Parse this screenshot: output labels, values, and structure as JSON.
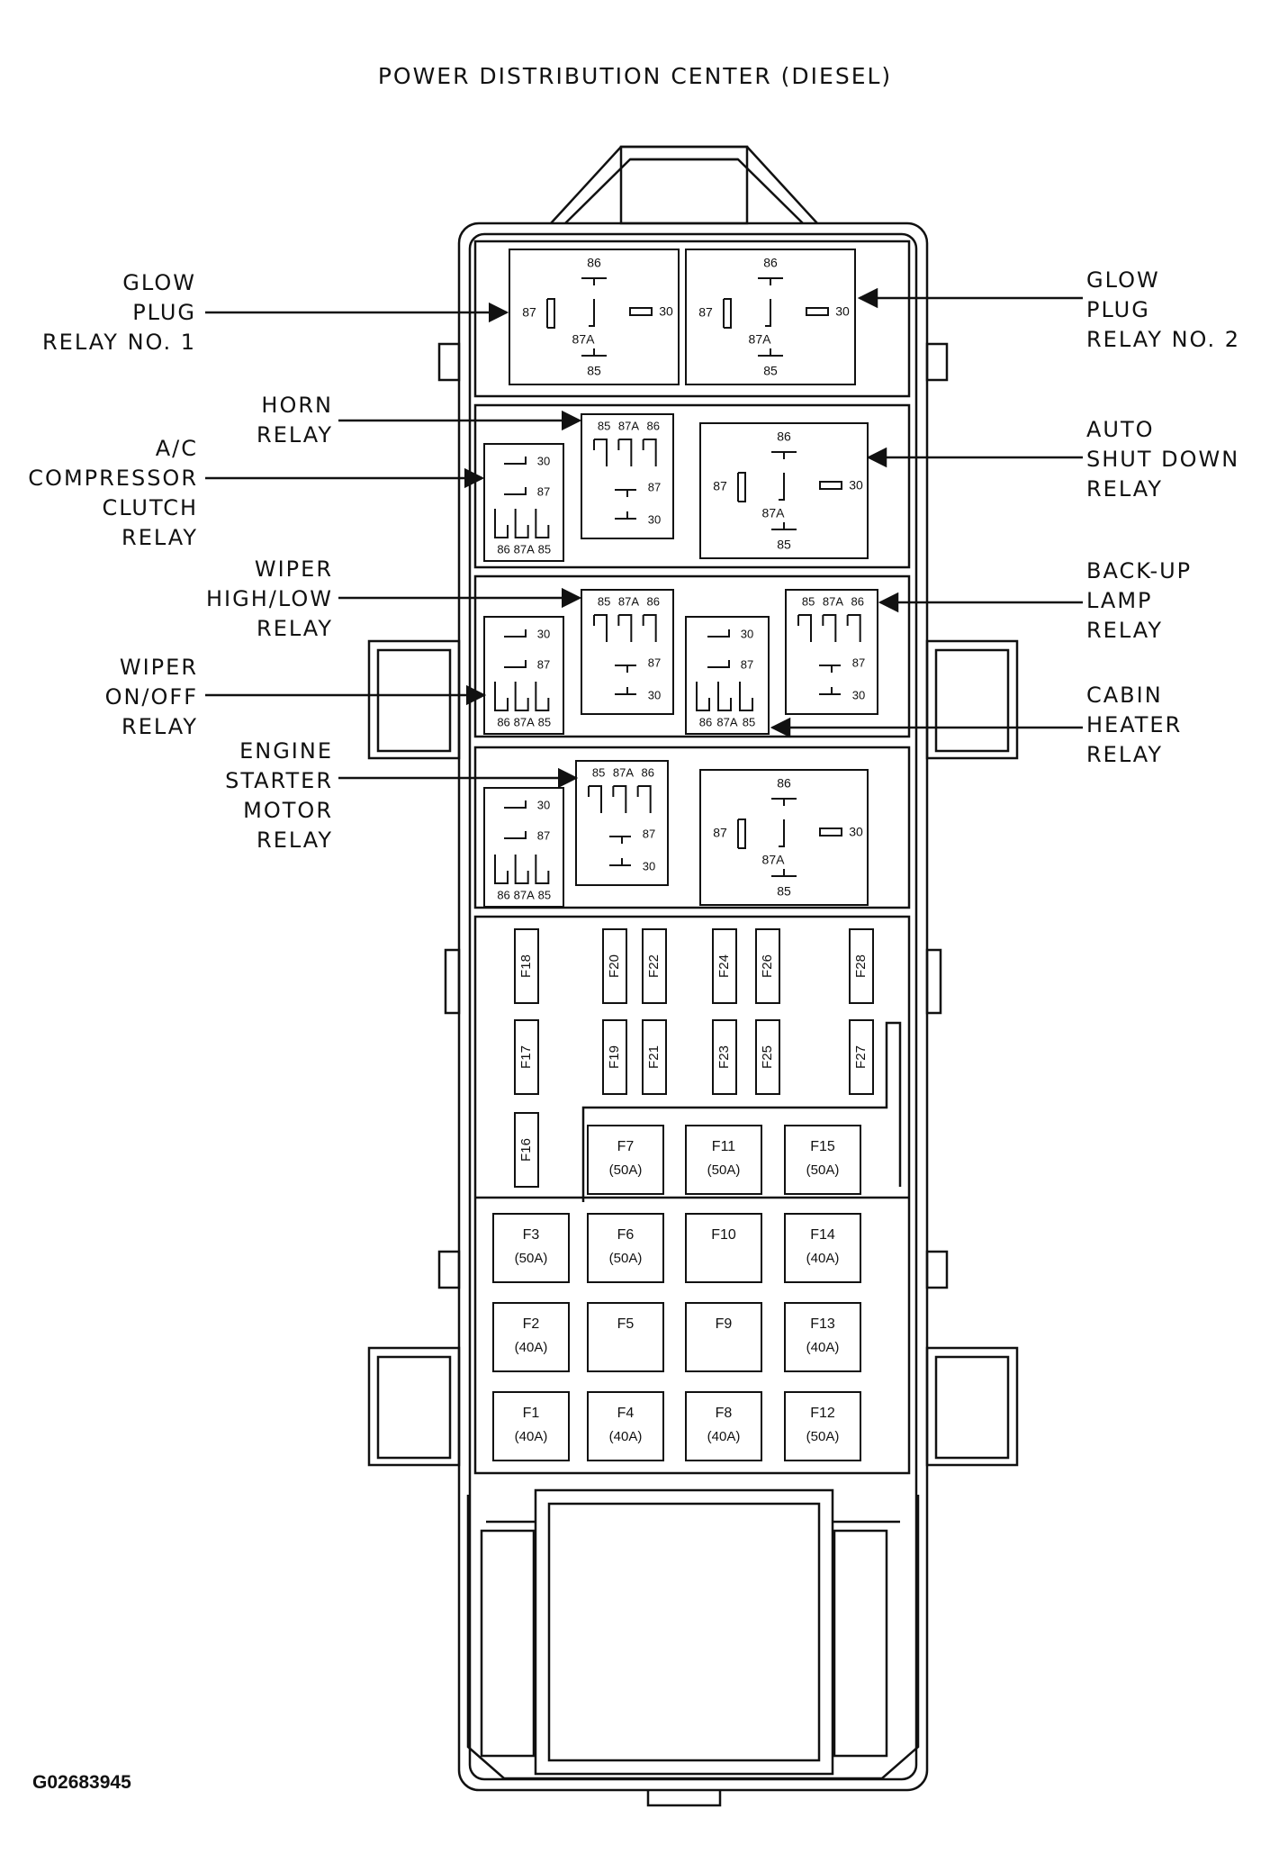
{
  "title": "POWER DISTRIBUTION CENTER (DIESEL)",
  "figure_code": "G02683945",
  "labels": {
    "glow_plug_relay_1": [
      "GLOW",
      "PLUG",
      "RELAY NO. 1"
    ],
    "glow_plug_relay_2": [
      "GLOW",
      "PLUG",
      "RELAY NO. 2"
    ],
    "horn_relay": [
      "HORN",
      "RELAY"
    ],
    "ac_compressor_clutch_relay": [
      "A/C",
      "COMPRESSOR",
      "CLUTCH",
      "RELAY"
    ],
    "auto_shut_down_relay": [
      "AUTO",
      "SHUT DOWN",
      "RELAY"
    ],
    "wiper_high_low_relay": [
      "WIPER",
      "HIGH/LOW",
      "RELAY"
    ],
    "backup_lamp_relay": [
      "BACK-UP",
      "LAMP",
      "RELAY"
    ],
    "wiper_on_off_relay": [
      "WIPER",
      "ON/OFF",
      "RELAY"
    ],
    "cabin_heater_relay": [
      "CABIN",
      "HEATER",
      "RELAY"
    ],
    "engine_starter_motor_relay": [
      "ENGINE",
      "STARTER",
      "MOTOR",
      "RELAY"
    ]
  },
  "relay_pins": {
    "p85": "85",
    "p86": "86",
    "p87": "87",
    "p87a": "87A",
    "p30": "30"
  },
  "mini_fuses": [
    "F16",
    "F17",
    "F18",
    "F19",
    "F20",
    "F21",
    "F22",
    "F23",
    "F24",
    "F25",
    "F26",
    "F27",
    "F28"
  ],
  "maxi_fuses": [
    {
      "id": "F1",
      "rating": "(40A)"
    },
    {
      "id": "F2",
      "rating": "(40A)"
    },
    {
      "id": "F3",
      "rating": "(50A)"
    },
    {
      "id": "F4",
      "rating": "(40A)"
    },
    {
      "id": "F5",
      "rating": ""
    },
    {
      "id": "F6",
      "rating": "(50A)"
    },
    {
      "id": "F7",
      "rating": "(50A)"
    },
    {
      "id": "F8",
      "rating": "(40A)"
    },
    {
      "id": "F9",
      "rating": ""
    },
    {
      "id": "F10",
      "rating": ""
    },
    {
      "id": "F11",
      "rating": "(50A)"
    },
    {
      "id": "F12",
      "rating": "(50A)"
    },
    {
      "id": "F13",
      "rating": "(40A)"
    },
    {
      "id": "F14",
      "rating": "(40A)"
    },
    {
      "id": "F15",
      "rating": "(50A)"
    }
  ]
}
